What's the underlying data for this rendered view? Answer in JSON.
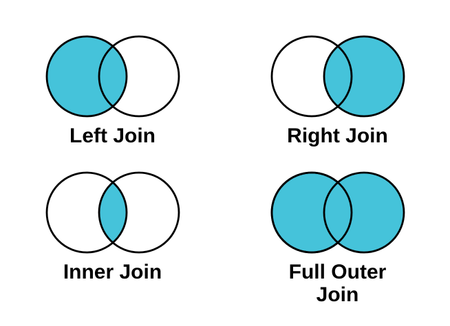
{
  "colors": {
    "shade_fill": "#45c3da",
    "circle_stroke": "#000000",
    "label_text": "#000000",
    "background": "#ffffff"
  },
  "diagrams": [
    {
      "id": "left-join",
      "label": "Left Join",
      "shaded_region": "left-circle"
    },
    {
      "id": "right-join",
      "label": "Right Join",
      "shaded_region": "right-circle"
    },
    {
      "id": "inner-join",
      "label": "Inner Join",
      "shaded_region": "intersection"
    },
    {
      "id": "full-outer-join",
      "label": "Full Outer Join",
      "shaded_region": "both-circles"
    }
  ]
}
